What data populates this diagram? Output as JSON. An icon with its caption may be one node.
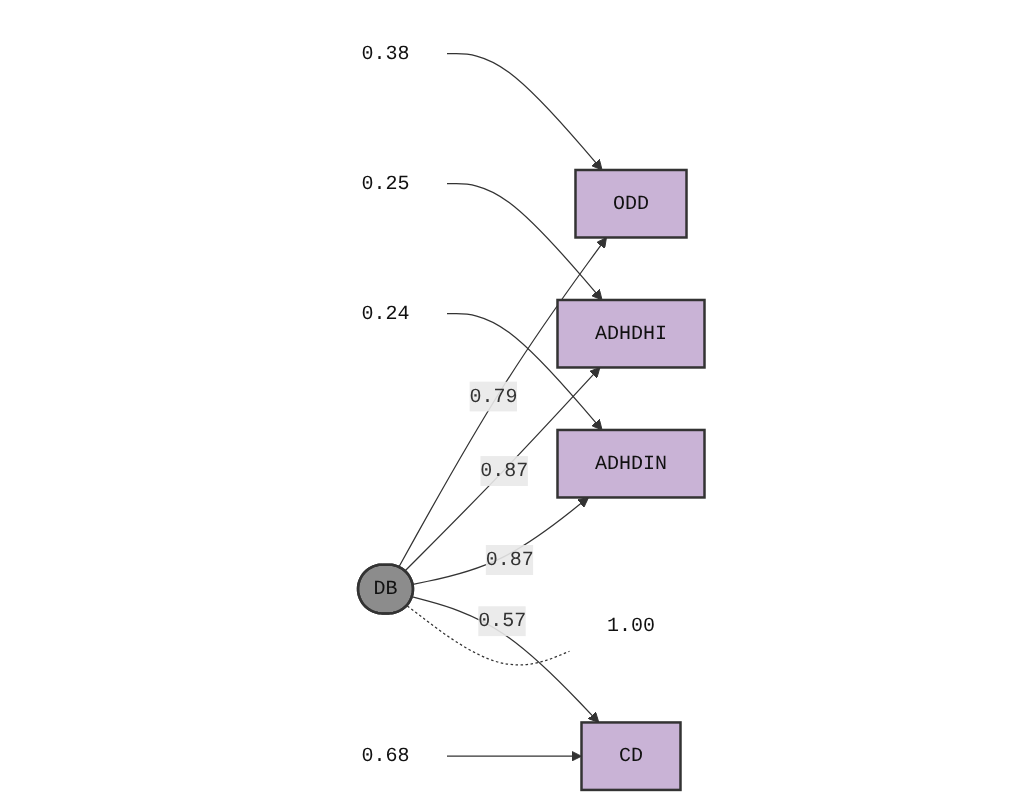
{
  "diagram": {
    "nodes": [
      {
        "text": [
          "0.38"
        ]
      },
      {
        "text": [
          "ODD"
        ]
      },
      {
        "text": [
          "0.25"
        ]
      },
      {
        "text": [
          "ADHDHI"
        ]
      },
      {
        "text": [
          "DB"
        ]
      },
      {
        "text": [
          "1.00"
        ]
      },
      {
        "text": [
          "0.24"
        ]
      },
      {
        "text": [
          "ADHDIN"
        ]
      },
      {
        "text": [
          "0.68"
        ]
      },
      {
        "text": [
          "CD"
        ]
      }
    ],
    "edges": [
      {
        "from": 0,
        "to": 1,
        "arrow": "to"
      },
      {
        "from": 2,
        "to": 3,
        "arrow": "to"
      },
      {
        "from": 6,
        "to": 7,
        "arrow": "to"
      },
      {
        "from": 8,
        "to": 9,
        "arrow": "to"
      },
      {
        "from": 4,
        "to": 1,
        "arrow": "to",
        "label": "0.79"
      },
      {
        "from": 4,
        "to": 3,
        "arrow": "to",
        "label": "0.87"
      },
      {
        "from": 4,
        "to": 7,
        "arrow": "to",
        "label": "0.87"
      },
      {
        "from": 4,
        "to": 9,
        "arrow": "to",
        "label": "0.57"
      },
      {
        "from": 4,
        "to": 5,
        "arrow": "none",
        "style": "dashed"
      }
    ]
  }
}
